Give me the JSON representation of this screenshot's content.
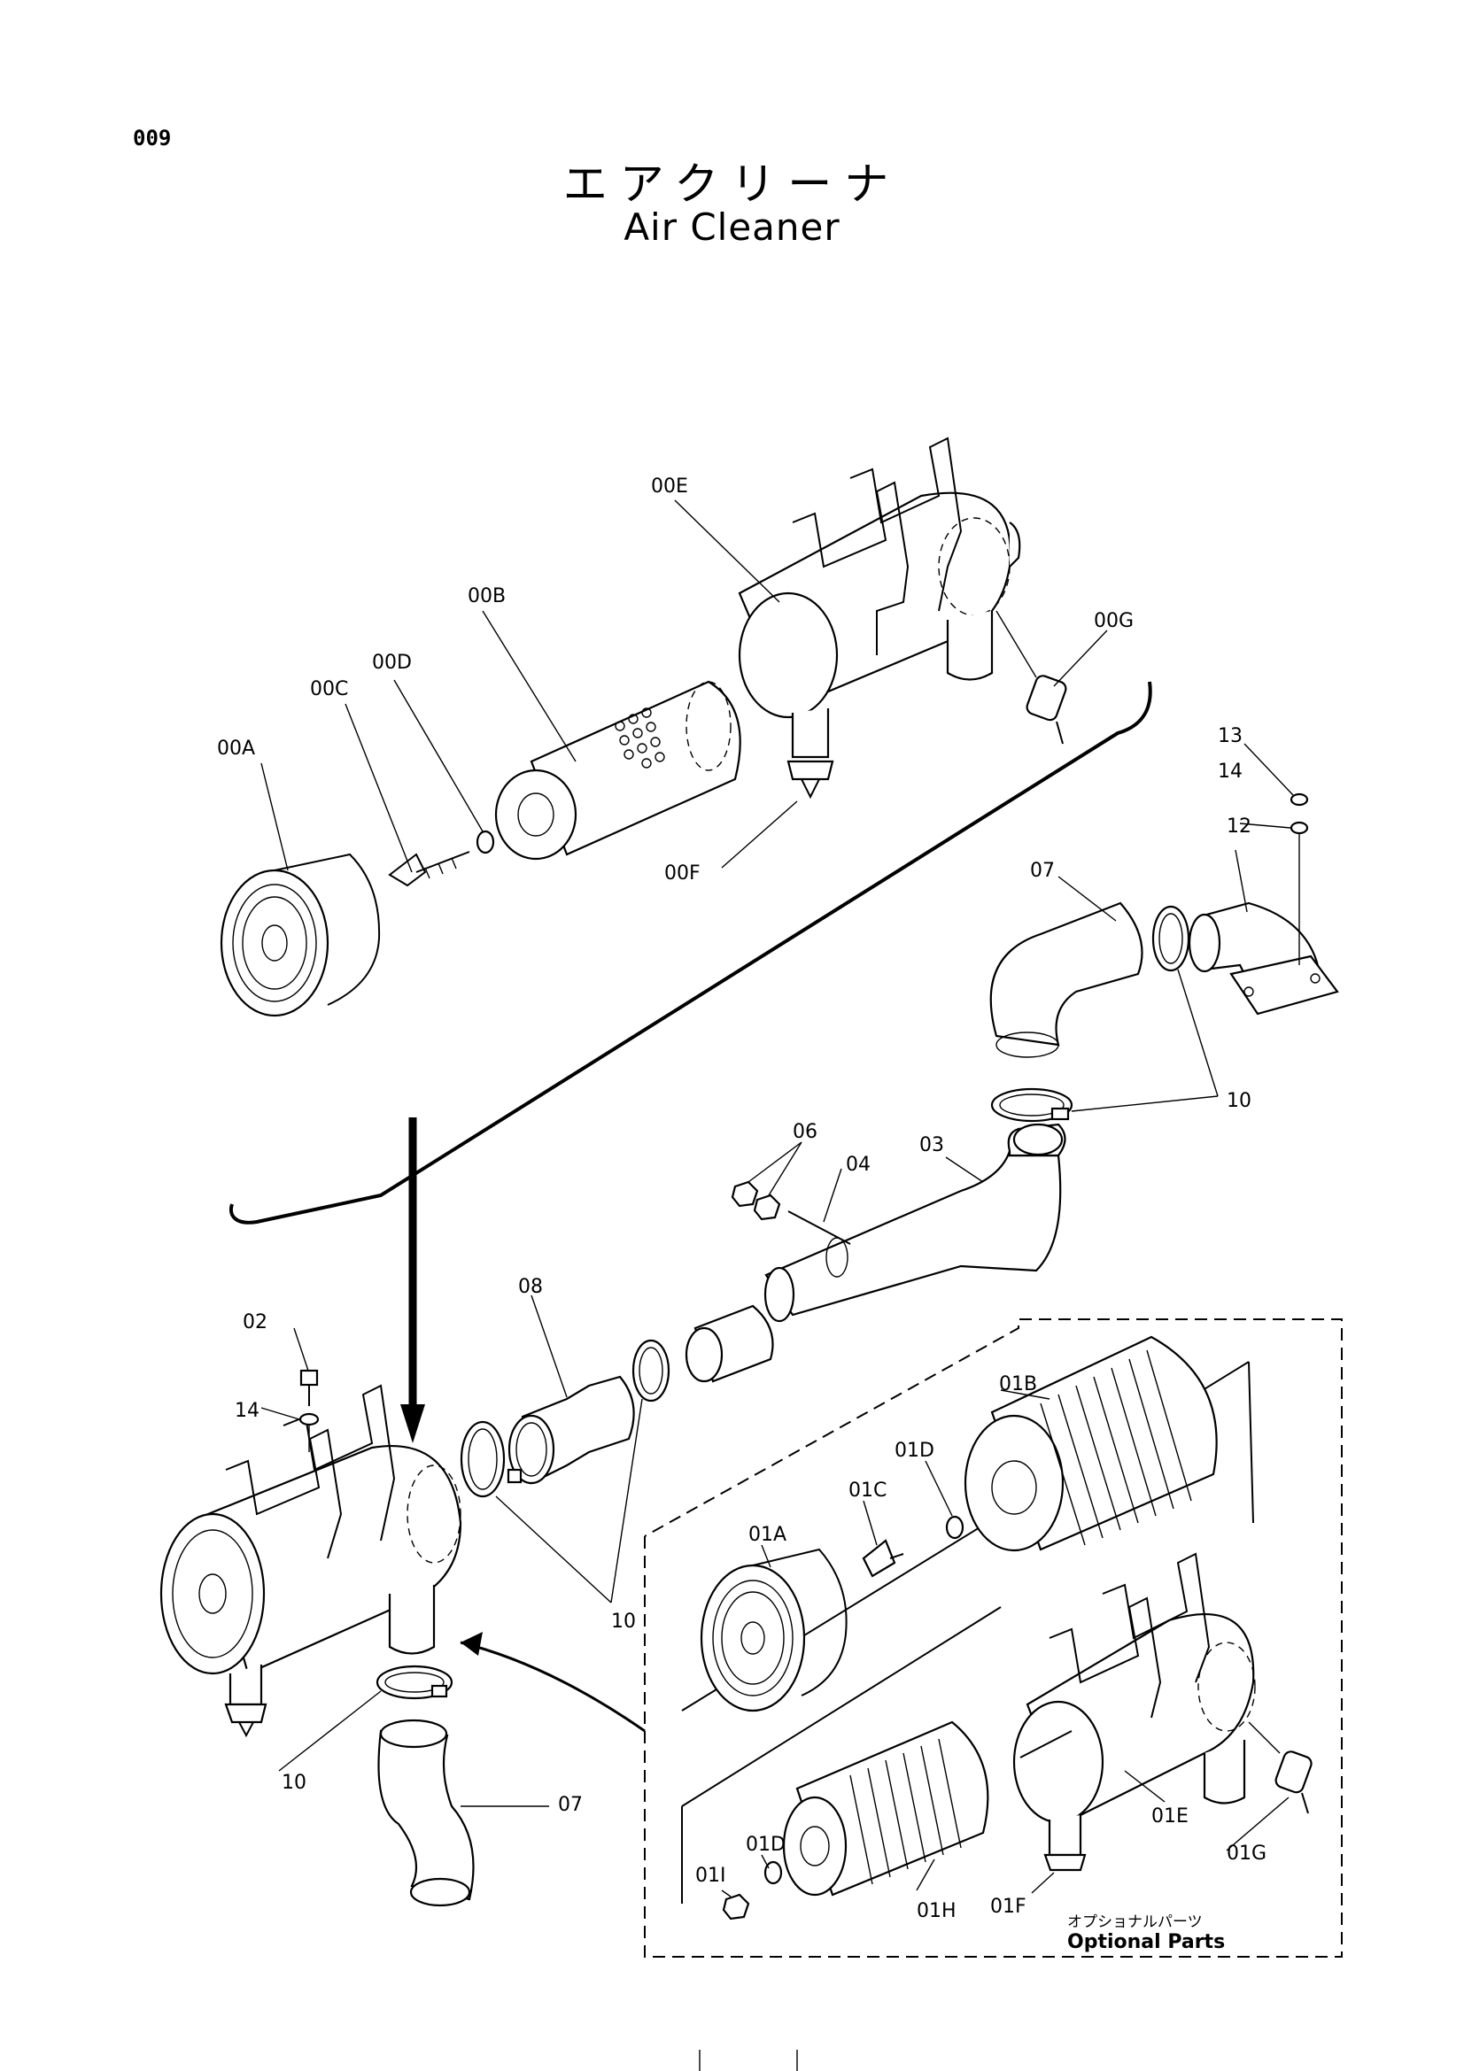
{
  "page_number": "009",
  "title_jp": "エアクリーナ",
  "title_en": "Air Cleaner",
  "labels": {
    "l00A": "00A",
    "l00B": "00B",
    "l00C": "00C",
    "l00D": "00D",
    "l00E": "00E",
    "l00F": "00F",
    "l00G": "00G",
    "l02": "02",
    "l03": "03",
    "l04": "04",
    "l06": "06",
    "l07a": "07",
    "l07b": "07",
    "l08": "08",
    "l10a": "10",
    "l10b": "10",
    "l10c": "10",
    "l12": "12",
    "l13": "13",
    "l14a": "14",
    "l14b": "14",
    "l01A": "01A",
    "l01B": "01B",
    "l01C": "01C",
    "l01D1": "01D",
    "l01D2": "01D",
    "l01E": "01E",
    "l01F": "01F",
    "l01G": "01G",
    "l01H": "01H",
    "l01I": "01I"
  },
  "optional_jp": "オプショナルパーツ",
  "optional_en": "Optional Parts"
}
